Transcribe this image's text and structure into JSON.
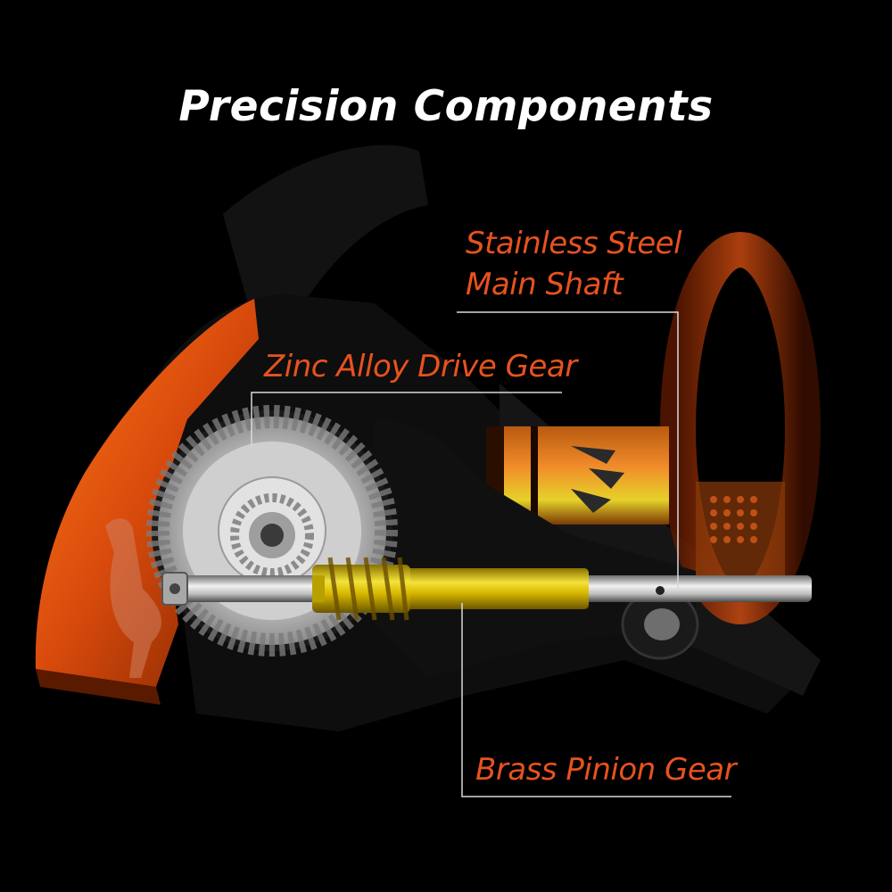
{
  "title": "Precision Components",
  "callouts": {
    "main_shaft": {
      "line1": "Stainless Steel",
      "line2": "Main Shaft"
    },
    "drive_gear": {
      "label": "Zinc Alloy Drive Gear"
    },
    "pinion_gear": {
      "label": "Brass Pinion Gear"
    }
  },
  "colors": {
    "background": "#000000",
    "title": "#ffffff",
    "accent": "#e8521f",
    "leader_line": "#d9d9d9",
    "brass": "#d4b800",
    "steel": "#c9c9c9",
    "reel_orange": "#e0540f"
  }
}
